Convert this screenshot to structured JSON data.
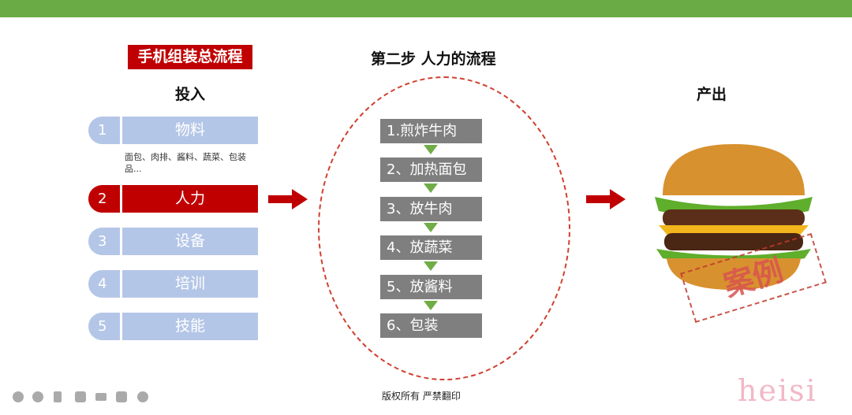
{
  "title": "手机组装总流程",
  "input_heading": "投入",
  "middle_heading": "第二步  人力的流程",
  "output_heading": "产出",
  "inputs": [
    {
      "num": "1",
      "label": "物料"
    },
    {
      "num": "2",
      "label": "人力"
    },
    {
      "num": "3",
      "label": "设备"
    },
    {
      "num": "4",
      "label": "培训"
    },
    {
      "num": "5",
      "label": "技能"
    }
  ],
  "materials_desc": "面包、肉排、酱料、蔬菜、包装品...",
  "steps": [
    "1.煎炸牛肉",
    "2、加热面包",
    "3、放牛肉",
    "4、放蔬菜",
    "5、放酱料",
    "6、包装"
  ],
  "stamp": "案例",
  "footer": "版权所有  严禁翻印",
  "watermark": "heisi",
  "colors": {
    "accent": "#c00000",
    "inactive": "#b4c6e7",
    "step": "#7f7f7f",
    "green": "#6aab45"
  }
}
